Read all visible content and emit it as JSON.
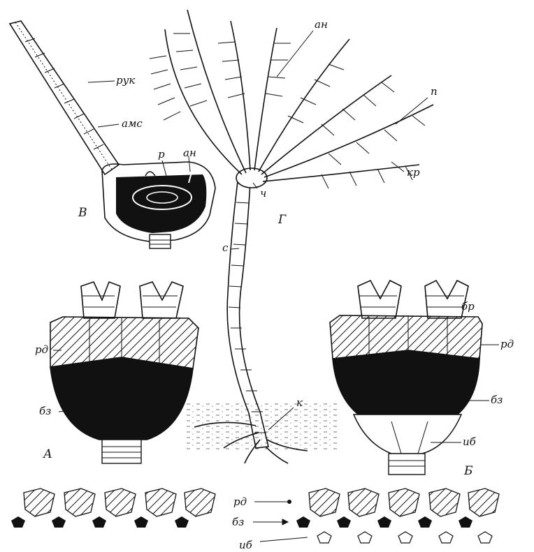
{
  "labels": {
    "ruk": "рук",
    "ams": "амс",
    "r": "р",
    "an_b": "ан",
    "B": "В",
    "an_g": "ан",
    "p": "п",
    "kr": "кр",
    "ch": "ч",
    "G": "Г",
    "s": "с",
    "k": "к",
    "rd_a": "рд",
    "bz_a": "бз",
    "A": "А",
    "br": "бр",
    "rd_b": "рд",
    "bz_b": "бз",
    "ib_b": "иб",
    "Bv": "Б",
    "rd_row": "рд",
    "bz_row": "бз",
    "ib_row": "иб"
  },
  "colors": {
    "ink": "#111111",
    "paper": "#ffffff"
  }
}
